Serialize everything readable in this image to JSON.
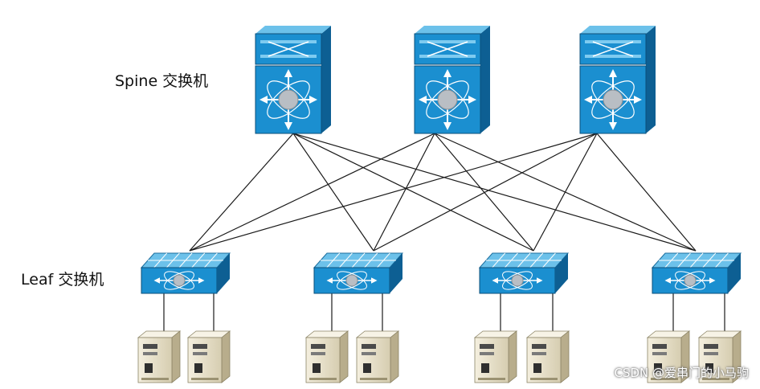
{
  "labels": {
    "spine": "Spine 交换机",
    "leaf": "Leaf 交换机"
  },
  "watermark": "CSDN @爱串门的小马驹",
  "colors": {
    "switch_front": "#1b8fd0",
    "switch_side": "#0d5f93",
    "switch_top": "#6cc1ea",
    "hub": "#b9bec4",
    "server_body": "#ece4cc",
    "server_side": "#b8ad8c",
    "link": "#1a1a1a",
    "background": "#ffffff"
  },
  "nodes": {
    "spine": [
      "spine-switch-1",
      "spine-switch-2",
      "spine-switch-3"
    ],
    "leaf": [
      "leaf-switch-1",
      "leaf-switch-2",
      "leaf-switch-3",
      "leaf-switch-4"
    ],
    "servers_per_leaf": 2
  }
}
